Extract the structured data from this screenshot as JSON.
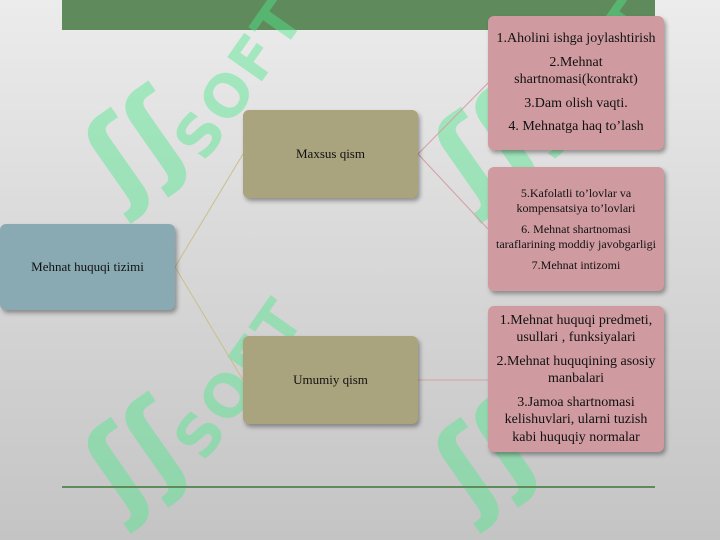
{
  "diagram": {
    "root": {
      "label": "Mehnat huquqi tizimi"
    },
    "branches": [
      {
        "label": "Maxsus qism",
        "groups": [
          {
            "items": [
              "1.Aholini ishga joylashtirish",
              "2.Mehnat shartnomasi(kontrakt)",
              "3.Dam olish vaqti.",
              "4. Mehnatga haq to’lash"
            ]
          },
          {
            "items": [
              "5.Kafolatli to’lovlar va kompensatsiya to’lovlari",
              "6. Mehnat shartnomasi taraflarining moddiy javobgarligi",
              "7.Mehnat intizomi"
            ]
          }
        ]
      },
      {
        "label": "Umumiy qism",
        "groups": [
          {
            "items": [
              "1.Mehnat huquqi predmeti, usullari , funksiyalari",
              "2.Mehnat huquqining asosiy manbalari",
              "3.Jamoa shartnomasi kelishuvlari, ularni tuzish kabi huquqiy normalar"
            ]
          }
        ]
      }
    ]
  },
  "watermark": {
    "text": "SOFT",
    "glyph": "ʃʃ"
  },
  "colors": {
    "header_bar": "#5f8a5c",
    "root_box": "#8aaab3",
    "branch_box": "#a9a37e",
    "leaf_box": "#cf9ba0",
    "watermark": "#50e68c"
  }
}
